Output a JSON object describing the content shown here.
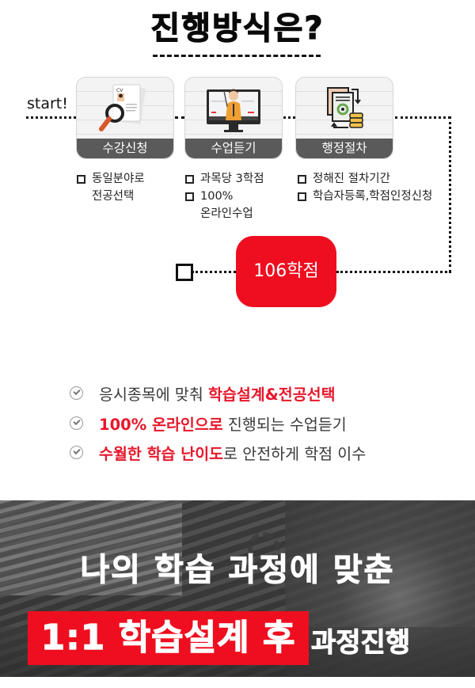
{
  "title": "진행방식은?",
  "flow": {
    "start_label": "start!",
    "steps": [
      {
        "label": "수강신청",
        "icon": "resume-search-icon",
        "bullets": [
          {
            "lines": [
              "동일분야로",
              "전공선택"
            ]
          }
        ]
      },
      {
        "label": "수업듣기",
        "icon": "online-lecture-monitor-icon",
        "bullets": [
          {
            "lines": [
              "과목당 3학점"
            ]
          },
          {
            "lines": [
              "100%",
              "온라인수업"
            ]
          }
        ]
      },
      {
        "label": "행정절차",
        "icon": "document-process-icon",
        "bullets": [
          {
            "lines": [
              "정해진 절차기간"
            ]
          },
          {
            "lines": [
              "학습자등록,학점인정신청"
            ]
          }
        ]
      }
    ],
    "result": "106학점"
  },
  "checklist": [
    {
      "pre": "응시종목에 맞춰 ",
      "highlight": "학습설계&전공선택",
      "post": ""
    },
    {
      "pre": "",
      "highlight": "100% 온라인으로",
      "post": " 진행되는 수업듣기"
    },
    {
      "pre": "",
      "highlight": "수월한 학습 난이도",
      "post": "로 안전하게 학점 이수"
    }
  ],
  "banner": {
    "line1": "나의 학습 과정에 맞춘",
    "line2_highlight": "1:1 학습설계 후",
    "line2_rest": "과정진행"
  },
  "colors": {
    "accent_red": "#ee0e1f",
    "highlight_text_red": "#e8172b",
    "card_label_bg": "#5a5a5a"
  }
}
